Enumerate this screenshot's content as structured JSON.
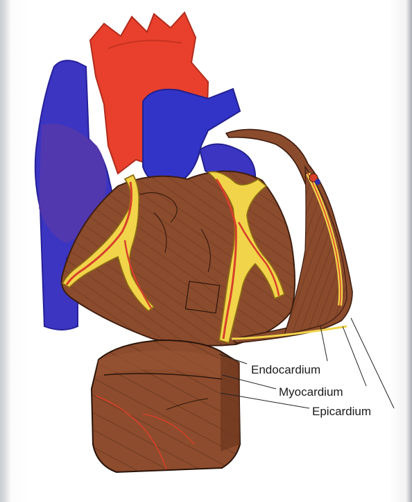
{
  "diagram": {
    "labels": {
      "endocardium": "Endocardium",
      "myocardium": "Myocardium",
      "epicardium": "Epicardium"
    }
  },
  "colors": {
    "vena_cava": "#3b35c2",
    "aorta": "#e8402c",
    "muscle": "#8a4a2c",
    "fat": "#f2d44a",
    "vessel": "#d6402a",
    "background": "#ffffff"
  }
}
